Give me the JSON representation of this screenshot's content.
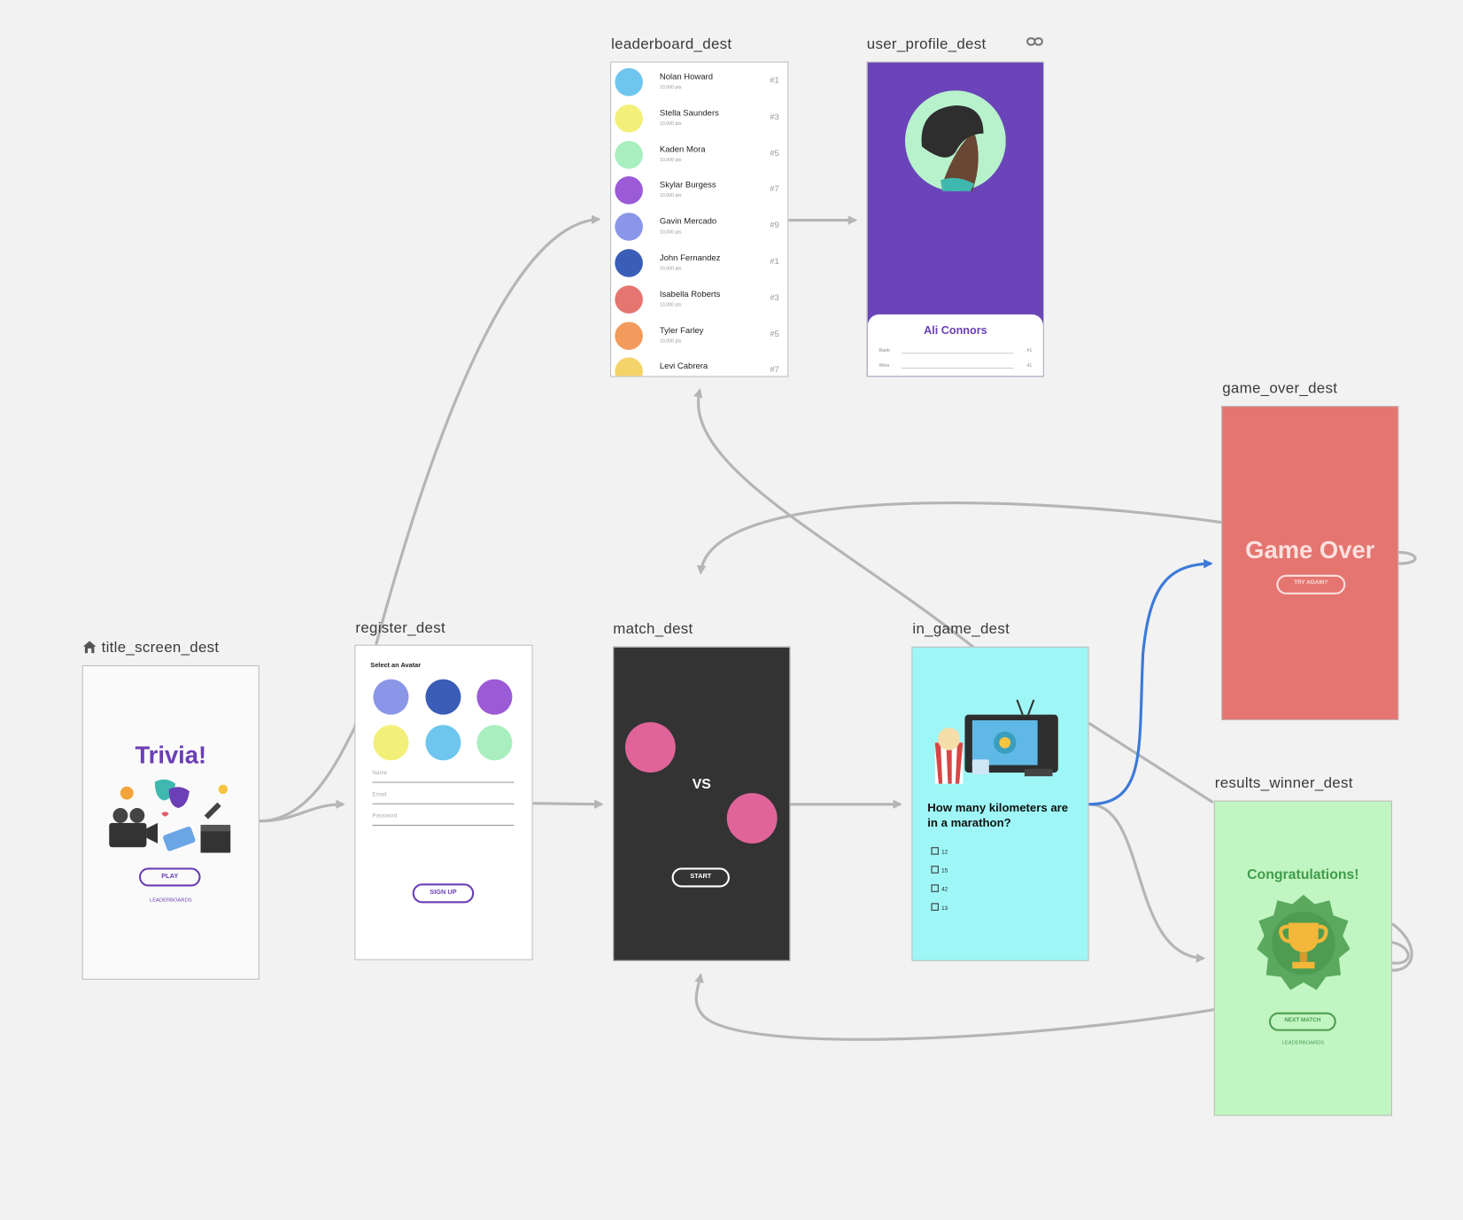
{
  "colors": {
    "accent": "#6b3fb5",
    "edge": "#b5b5b5",
    "edge_selected": "#3b7ad9"
  },
  "destinations": {
    "title_screen": {
      "label": "title_screen_dest",
      "title": "Trivia!",
      "play_label": "PLAY",
      "leaderboards_label": "LEADERBOARDS",
      "start_icon": "home-icon"
    },
    "register": {
      "label": "register_dest",
      "heading": "Select an Avatar",
      "name_placeholder": "Name",
      "email_placeholder": "Email",
      "password_placeholder": "Password",
      "signup_label": "SIGN UP"
    },
    "leaderboard": {
      "label": "leaderboard_dest",
      "rows": [
        {
          "name": "Nolan Howard",
          "pts": "10,000 pts",
          "rank": "#1"
        },
        {
          "name": "Stella Saunders",
          "pts": "10,000 pts",
          "rank": "#3"
        },
        {
          "name": "Kaden Mora",
          "pts": "10,000 pts",
          "rank": "#5"
        },
        {
          "name": "Skylar Burgess",
          "pts": "10,000 pts",
          "rank": "#7"
        },
        {
          "name": "Gavin Mercado",
          "pts": "10,000 pts",
          "rank": "#9"
        },
        {
          "name": "John Fernandez",
          "pts": "10,000 pts",
          "rank": "#1"
        },
        {
          "name": "Isabella Roberts",
          "pts": "10,000 pts",
          "rank": "#3"
        },
        {
          "name": "Tyler Farley",
          "pts": "10,000 pts",
          "rank": "#5"
        },
        {
          "name": "Levi Cabrera",
          "pts": "",
          "rank": "#7"
        }
      ]
    },
    "user_profile": {
      "label": "user_profile_dest",
      "name": "Ali Connors",
      "stat1_label": "Rank",
      "stat1_value": "#1",
      "stat2_label": "Wins",
      "stat2_value": "41",
      "deeplink_icon": "link-icon"
    },
    "match": {
      "label": "match_dest",
      "vs_text": "VS",
      "start_label": "START"
    },
    "in_game": {
      "label": "in_game_dest",
      "question": "How many kilometers are in a marathon?",
      "options": [
        "12",
        "15",
        "42",
        "13"
      ]
    },
    "game_over": {
      "label": "game_over_dest",
      "title": "Game Over",
      "try_again_label": "TRY AGAIN?"
    },
    "results_winner": {
      "label": "results_winner_dest",
      "title": "Congratulations!",
      "next_label": "NEXT MATCH",
      "leaderboards_label": "LEADERBOARDS"
    }
  }
}
